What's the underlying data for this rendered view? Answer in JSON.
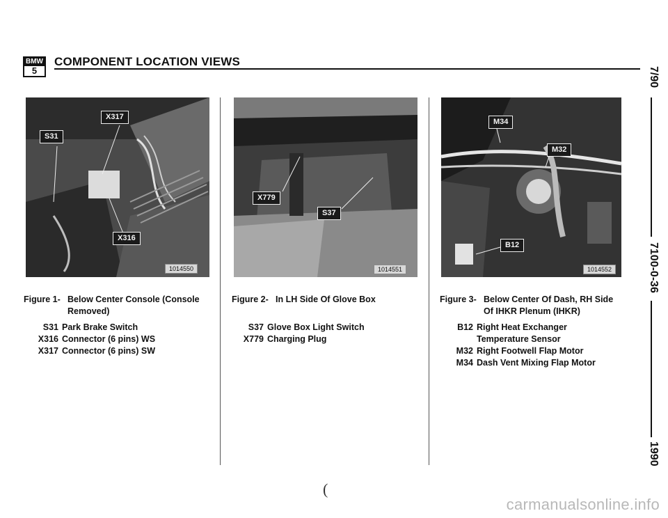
{
  "header": {
    "logo_top": "BMW",
    "logo_bottom": "5",
    "title": "COMPONENT LOCATION VIEWS"
  },
  "side_marks": {
    "date": "7/90",
    "page_code": "7100-0-36",
    "year": "1990"
  },
  "figures": [
    {
      "number": "Figure 1-",
      "caption_line1": "Below Center Console (Console",
      "caption_line2": "Removed)",
      "photo_id": "1014550",
      "callouts": [
        "X317",
        "S31",
        "X316"
      ],
      "items": [
        {
          "code": "S31",
          "desc": "Park Brake Switch"
        },
        {
          "code": "X316",
          "desc": "Connector (6 pins) WS"
        },
        {
          "code": "X317",
          "desc": "Connector (6 pins) SW"
        }
      ]
    },
    {
      "number": "Figure 2-",
      "caption_line1": "In LH Side Of Glove Box",
      "caption_line2": "",
      "photo_id": "1014551",
      "callouts": [
        "X779",
        "S37"
      ],
      "items": [
        {
          "code": "S37",
          "desc": "Glove Box Light Switch"
        },
        {
          "code": "X779",
          "desc": "Charging Plug"
        }
      ]
    },
    {
      "number": "Figure 3-",
      "caption_line1": "Below Center Of Dash, RH Side",
      "caption_line2": "Of IHKR Plenum (IHKR)",
      "photo_id": "1014552",
      "callouts": [
        "M34",
        "M32",
        "B12"
      ],
      "items": [
        {
          "code": "B12",
          "desc": "Right Heat Exchanger"
        },
        {
          "code": "",
          "desc": "Temperature Sensor"
        },
        {
          "code": "M32",
          "desc": "Right Footwell Flap Motor"
        },
        {
          "code": "M34",
          "desc": "Dash Vent Mixing Flap Motor"
        }
      ]
    }
  ],
  "stray_mark": "(",
  "watermark": "carmanualsonline.info"
}
